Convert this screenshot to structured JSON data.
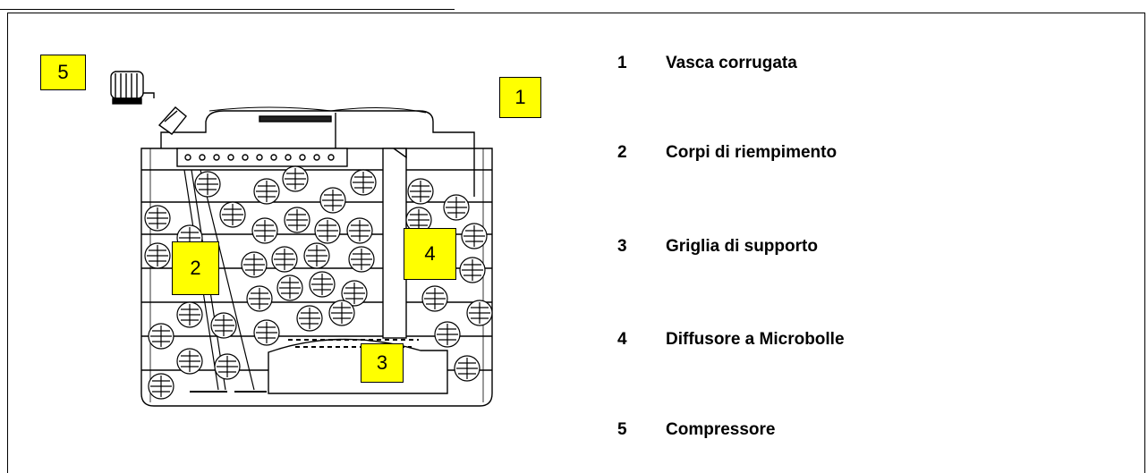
{
  "callouts": [
    {
      "id": "callout-1",
      "label": "1"
    },
    {
      "id": "callout-2",
      "label": "2"
    },
    {
      "id": "callout-3",
      "label": "3"
    },
    {
      "id": "callout-4",
      "label": "4"
    },
    {
      "id": "callout-5",
      "label": "5"
    }
  ],
  "legend": [
    {
      "number": "1",
      "text": "Vasca corrugata"
    },
    {
      "number": "2",
      "text": "Corpi di riempimento"
    },
    {
      "number": "3",
      "text": "Griglia di supporto"
    },
    {
      "number": "4",
      "text": "Diffusore a Microbolle"
    },
    {
      "number": "5",
      "text": "Compressore"
    }
  ]
}
